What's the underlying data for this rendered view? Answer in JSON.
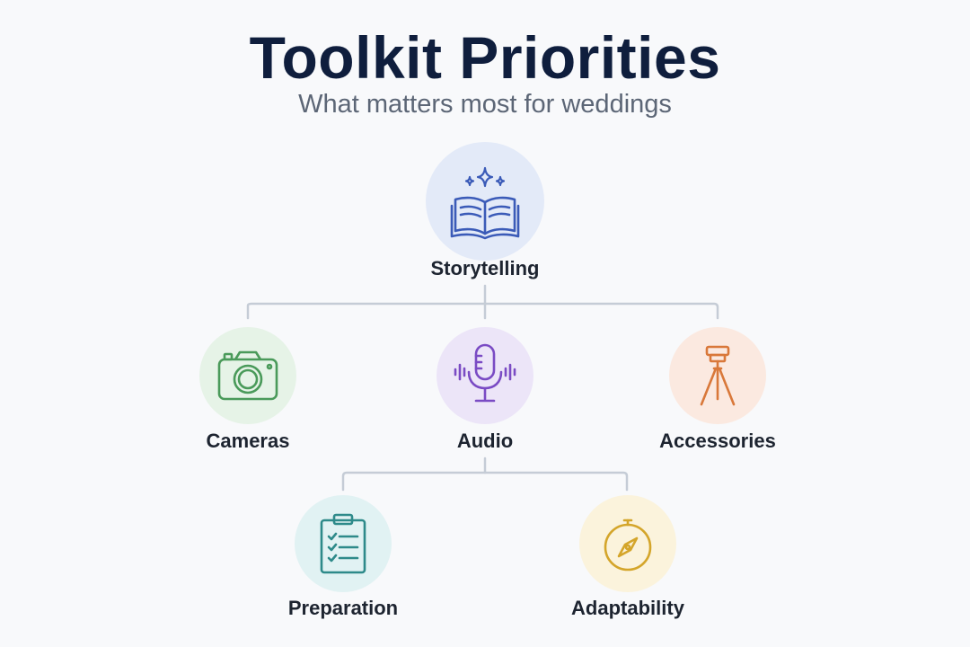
{
  "header": {
    "title": "Toolkit Priorities",
    "subtitle": "What matters most for weddings"
  },
  "nodes": {
    "storytelling": {
      "label": "Storytelling",
      "icon": "book-sparkle-icon",
      "color": "#3b5bb8",
      "bg": "#e3eaf8"
    },
    "cameras": {
      "label": "Cameras",
      "icon": "camera-icon",
      "color": "#4a9a5a",
      "bg": "#e6f3e7"
    },
    "audio": {
      "label": "Audio",
      "icon": "microphone-icon",
      "color": "#7a4bc4",
      "bg": "#ece5f8"
    },
    "accessories": {
      "label": "Accessories",
      "icon": "tripod-icon",
      "color": "#d9783a",
      "bg": "#fbe9e0"
    },
    "preparation": {
      "label": "Preparation",
      "icon": "clipboard-checklist-icon",
      "color": "#2e8a8a",
      "bg": "#e1f2f3"
    },
    "adaptability": {
      "label": "Adaptability",
      "icon": "compass-icon",
      "color": "#d4a52a",
      "bg": "#fbf3dc"
    }
  },
  "connector_color": "#c5ccd6"
}
